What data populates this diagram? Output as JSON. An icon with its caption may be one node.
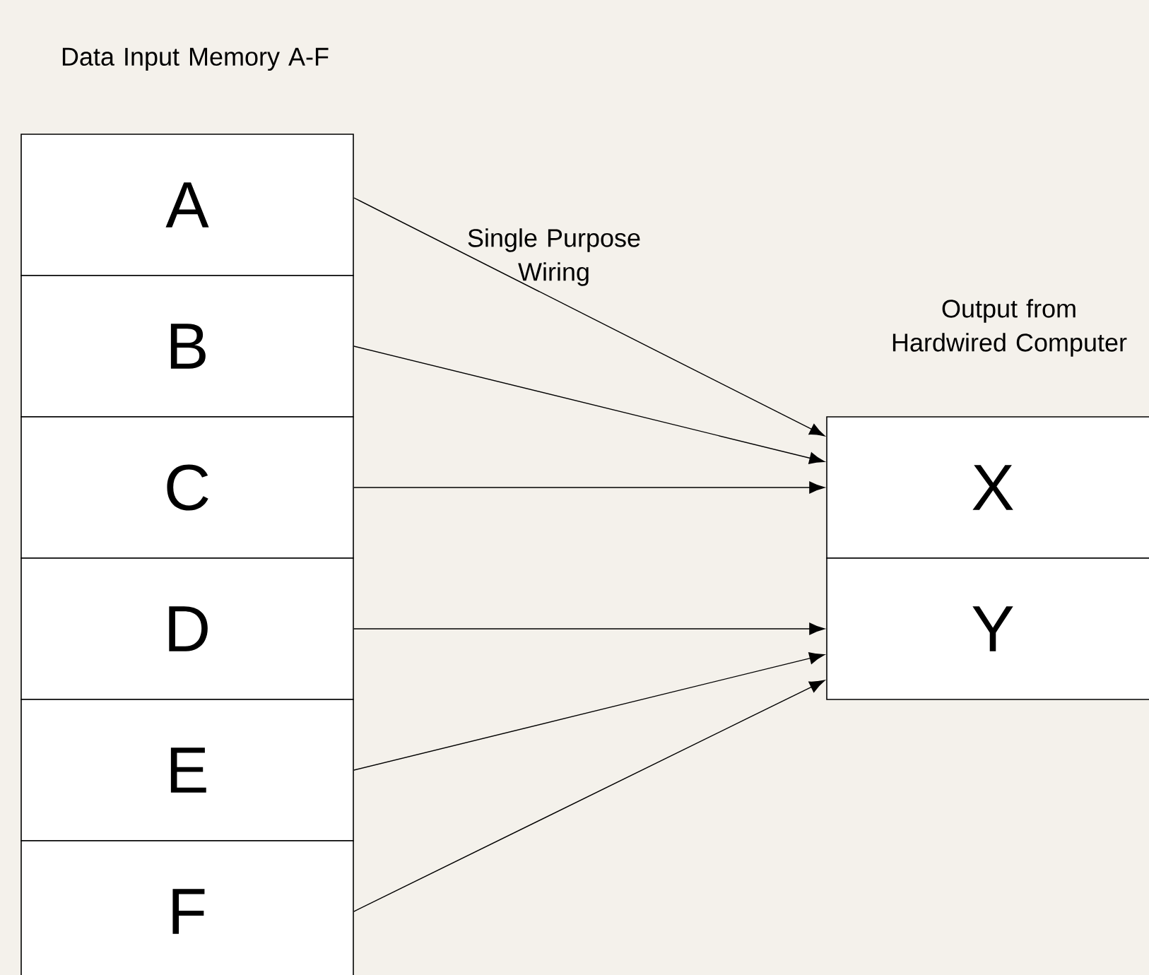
{
  "diagram": {
    "nodes": [
      {
        "text": [
          "A"
        ]
      },
      {
        "text": [
          "B"
        ]
      },
      {
        "text": [
          "C"
        ]
      },
      {
        "text": [
          "D"
        ]
      },
      {
        "text": [
          "E"
        ]
      },
      {
        "text": [
          "F"
        ]
      },
      {
        "text": [
          "X"
        ]
      },
      {
        "text": [
          "Y"
        ]
      }
    ],
    "edges": [
      {
        "from": 0,
        "to": 6,
        "arrow": "to"
      },
      {
        "from": 1,
        "to": 6,
        "arrow": "to"
      },
      {
        "from": 2,
        "to": 6,
        "arrow": "to"
      },
      {
        "from": 3,
        "to": 7,
        "arrow": "to"
      },
      {
        "from": 4,
        "to": 7,
        "arrow": "to"
      },
      {
        "from": 5,
        "to": 7,
        "arrow": "to"
      }
    ],
    "labels": [
      "Data Input Memory A-F",
      "Single Purpose Wiring",
      "Output from Hardwired Computer"
    ]
  }
}
